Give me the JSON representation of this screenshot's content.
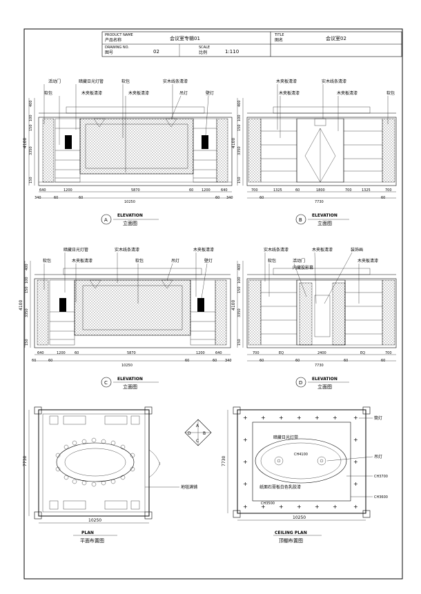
{
  "title_block": {
    "product_name_en": "PRODUCT NAME",
    "product_name_cn": "产品名称",
    "product_value": "会议室专辑01",
    "title_en": "TITLE",
    "title_cn": "图名",
    "title_value": "会议室02",
    "drawing_no_en": "DRAWING NO.",
    "drawing_no_cn": "图号",
    "drawing_no_value": "02",
    "scale_en": "SCALE",
    "scale_cn": "比例",
    "scale_value": "1:110"
  },
  "views": {
    "A": {
      "letter": "A",
      "title_en": "ELEVATION",
      "title_cn": "立面图"
    },
    "B": {
      "letter": "B",
      "title_en": "ELEVATION",
      "title_cn": "立面图"
    },
    "C": {
      "letter": "C",
      "title_en": "ELEVATION",
      "title_cn": "立面图"
    },
    "D": {
      "letter": "D",
      "title_en": "ELEVATION",
      "title_cn": "立面图"
    },
    "plan": {
      "title_en": "PLAN",
      "title_cn": "平面布置图"
    },
    "ceiling": {
      "title_en": "CEILING PLAN",
      "title_cn": "顶棚布置图"
    }
  },
  "labels_A": {
    "door": "活动门",
    "hidden_light": "暗藏日光灯管",
    "soft_pack_top": "软包",
    "wood_strip": "实木线条清漆",
    "soft_pack": "软包",
    "veneer": "木夹板清漆",
    "veneer2": "木夹板清漆",
    "pendant": "吊灯",
    "wall_lamp": "壁灯"
  },
  "labels_B": {
    "veneer": "木夹板清漆",
    "veneer_b": "木夹板清漆",
    "wood_strip": "实木线条清漆",
    "veneer2": "木夹板清漆",
    "soft_pack": "软包"
  },
  "labels_C": {
    "soft_pack": "软包",
    "hidden_light": "暗藏日光灯管",
    "veneer": "木夹板清漆",
    "wood_strip": "实木线条清漆",
    "soft_pack2": "软包",
    "pendant": "吊灯",
    "veneer2": "木夹板清漆",
    "wall_lamp": "壁灯"
  },
  "labels_D": {
    "wood_strip": "实木线条清漆",
    "soft_pack": "软包",
    "door": "活动门",
    "projector": "内藏投影幕",
    "veneer": "木夹板清漆",
    "decor": "装饰画",
    "veneer2": "木夹板清漆"
  },
  "dims_A": {
    "height": "4100",
    "h1": "400",
    "h2": "100",
    "h3": "150",
    "h4": "3350",
    "h5": "150",
    "bottom": [
      "640",
      "1200",
      "5870",
      "60",
      "1200",
      "640"
    ],
    "sub": [
      "60",
      "60",
      "60"
    ],
    "total": "10250",
    "left": "340",
    "right": "340"
  },
  "dims_B": {
    "height": "4100",
    "h1": "400",
    "h2": "100",
    "h3": "150",
    "h4": "3350",
    "h5": "150",
    "bottom": [
      "700",
      "1325",
      "60",
      "1800",
      "700",
      "1325",
      "700"
    ],
    "sub": [
      "60",
      "60"
    ],
    "total": "7730"
  },
  "dims_C": {
    "height": "4100",
    "h1": "400",
    "h2": "100",
    "h3": "150",
    "h4": "3350",
    "h5": "150",
    "bottom": [
      "640",
      "1200",
      "60",
      "5870",
      "1200",
      "640"
    ],
    "sub": [
      "60",
      "60",
      "60"
    ],
    "total": "10250",
    "left": "60",
    "right": "340"
  },
  "dims_D": {
    "height": "4100",
    "h1": "400",
    "h2": "100",
    "h3": "150",
    "h4": "3350",
    "h5": "150",
    "bottom": [
      "700",
      "EQ",
      "2400",
      "EQ",
      "700"
    ],
    "sub": [
      "60",
      "60",
      "60",
      "60"
    ],
    "total": "7730"
  },
  "plan": {
    "width": "10250",
    "height": "7730",
    "floor": "地毯满铺",
    "compass": [
      "A",
      "B",
      "C",
      "D"
    ]
  },
  "ceiling": {
    "width": "10250",
    "height": "7730",
    "spot": "筒灯",
    "pendant": "吊灯",
    "hidden_light": "暗藏日光灯带",
    "gypsum": "纸面石膏板白色乳胶漆",
    "ch1": "CH4100",
    "ch2": "CH3700",
    "ch3": "CH3600",
    "ch4": "CH3500"
  }
}
